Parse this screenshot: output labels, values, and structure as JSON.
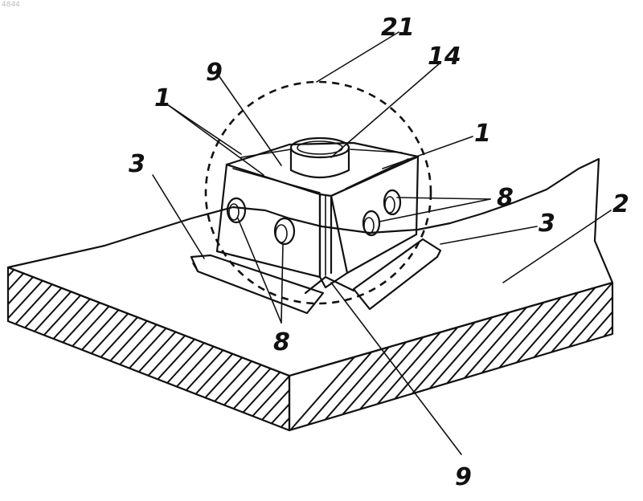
{
  "stamp": "4844",
  "labels": {
    "l21": "21",
    "l14": "14",
    "l9_top": "9",
    "l1_left": "1",
    "l1_right": "1",
    "l3_left": "3",
    "l3_right": "3",
    "l8_right": "8",
    "l8_bottom": "8",
    "l2": "2",
    "l9_bottom": "9"
  }
}
